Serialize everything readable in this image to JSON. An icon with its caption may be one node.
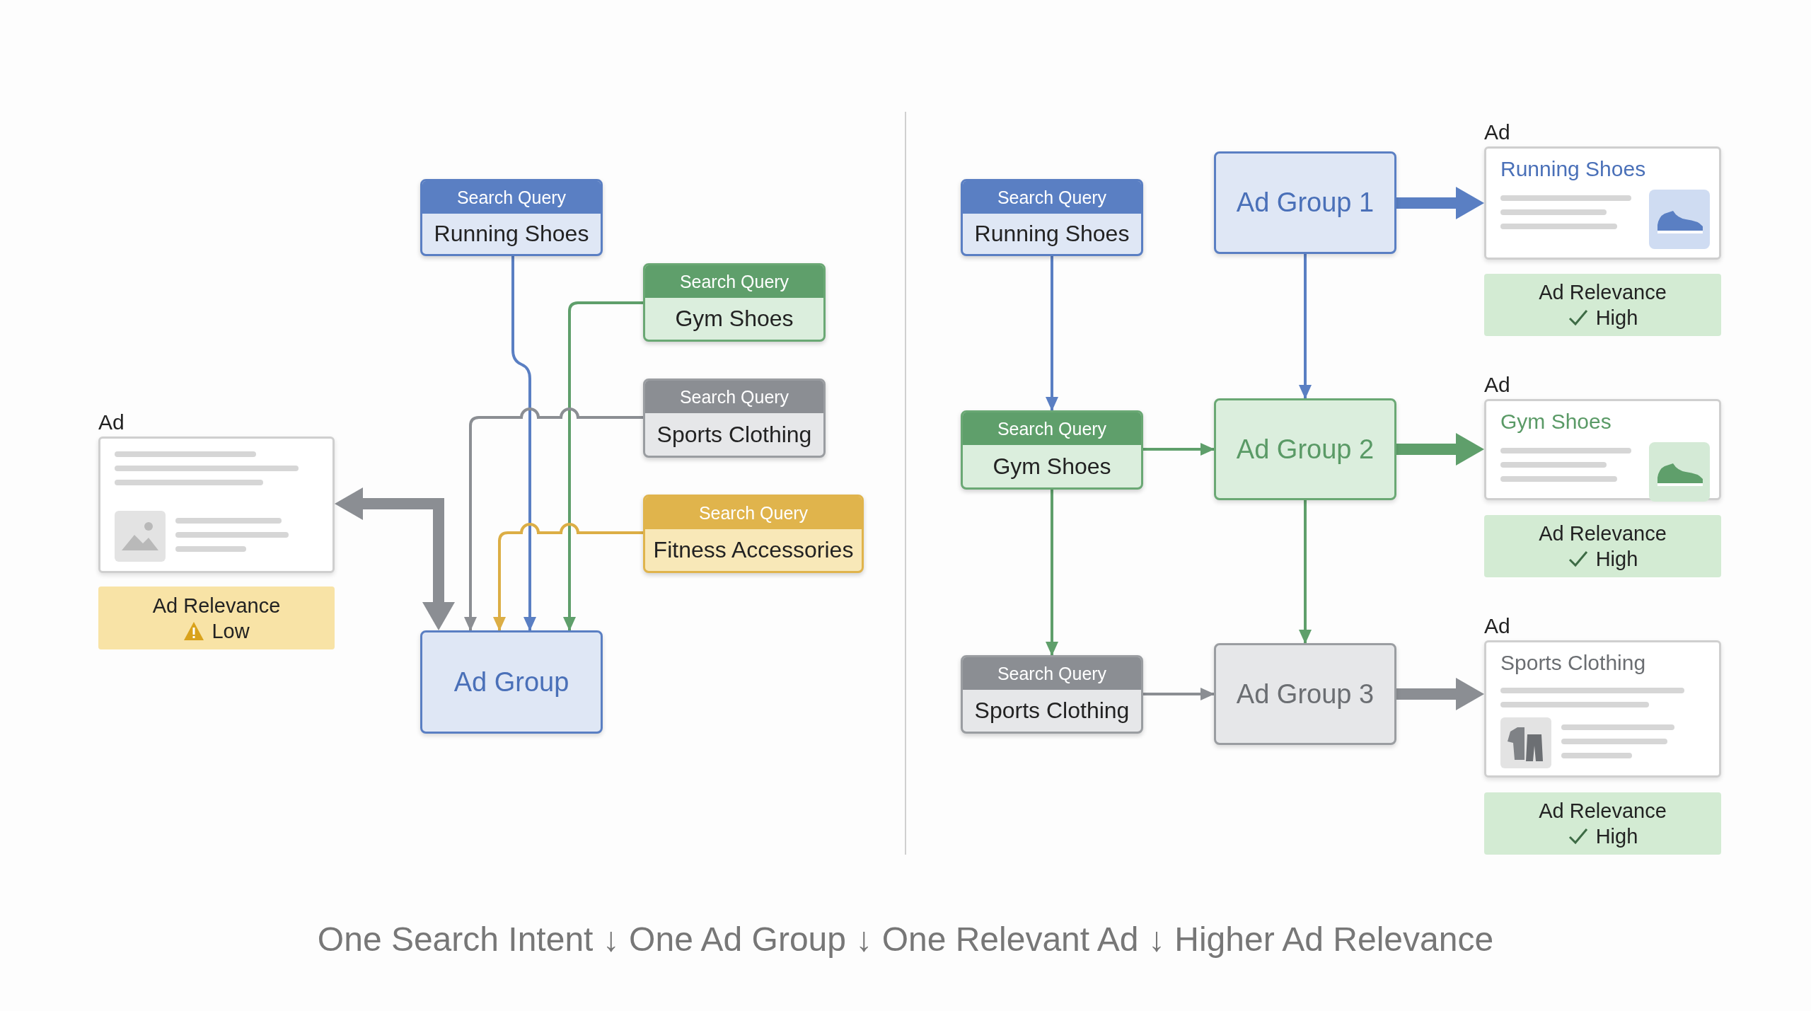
{
  "diagram": {
    "caption": "One Search Intent ↓ One Ad Group ↓ One Relevant Ad ↓ Higher Ad Relevance",
    "nodes": [
      {
        "text": [
          "Search Query",
          "Running Shoes"
        ]
      },
      {
        "text": [
          "Search Query",
          "Gym Shoes"
        ]
      },
      {
        "text": [
          "Search Query",
          "Sports Clothing"
        ]
      },
      {
        "text": [
          "Search Query",
          "Fitness Accessories"
        ]
      },
      {
        "text": [
          "Ad Group"
        ]
      },
      {
        "text": [
          "Ad"
        ]
      },
      {
        "text": [
          "Ad Relevance",
          "Low"
        ]
      },
      {
        "text": [
          "Search Query",
          "Running Shoes"
        ]
      },
      {
        "text": [
          "Ad Group 1"
        ]
      },
      {
        "text": [
          "Ad",
          "Running Shoes"
        ]
      },
      {
        "text": [
          "Ad Relevance",
          "High"
        ]
      },
      {
        "text": [
          "Search Query",
          "Gym Shoes"
        ]
      },
      {
        "text": [
          "Ad Group 2"
        ]
      },
      {
        "text": [
          "Ad",
          "Gym Shoes"
        ]
      },
      {
        "text": [
          "Ad Relevance",
          "High"
        ]
      },
      {
        "text": [
          "Search Query",
          "Sports Clothing"
        ]
      },
      {
        "text": [
          "Ad Group 3"
        ]
      },
      {
        "text": [
          "Ad",
          "Sports Clothing"
        ]
      },
      {
        "text": [
          "Ad Relevance",
          "High"
        ]
      }
    ],
    "edges": [
      {
        "from": 0,
        "to": 4,
        "arrow": "to",
        "color": "#5a7fc3"
      },
      {
        "from": 1,
        "to": 4,
        "arrow": "to",
        "color": "#5f9f6b"
      },
      {
        "from": 2,
        "to": 4,
        "arrow": "to",
        "color": "#8b8e93"
      },
      {
        "from": 3,
        "to": 4,
        "arrow": "to",
        "color": "#dcae45"
      },
      {
        "from": 4,
        "to": 5,
        "arrow": "both",
        "style": "thick",
        "color": "#8b8e93"
      },
      {
        "from": 7,
        "to": 11,
        "arrow": "to",
        "color": "#5a7fc3"
      },
      {
        "from": 8,
        "to": 12,
        "arrow": "to",
        "color": "#5a7fc3"
      },
      {
        "from": 11,
        "to": 12,
        "arrow": "to",
        "color": "#5f9f6b"
      },
      {
        "from": 11,
        "to": 15,
        "arrow": "to",
        "color": "#5f9f6b"
      },
      {
        "from": 12,
        "to": 16,
        "arrow": "to",
        "color": "#5f9f6b"
      },
      {
        "from": 15,
        "to": 16,
        "arrow": "to",
        "color": "#8b8e93"
      },
      {
        "from": 8,
        "to": 9,
        "arrow": "to",
        "style": "thick",
        "color": "#5a7fc3"
      },
      {
        "from": 12,
        "to": 13,
        "arrow": "to",
        "style": "thick",
        "color": "#5f9f6b"
      },
      {
        "from": 16,
        "to": 17,
        "arrow": "to",
        "style": "thick",
        "color": "#8b8e93"
      }
    ]
  }
}
